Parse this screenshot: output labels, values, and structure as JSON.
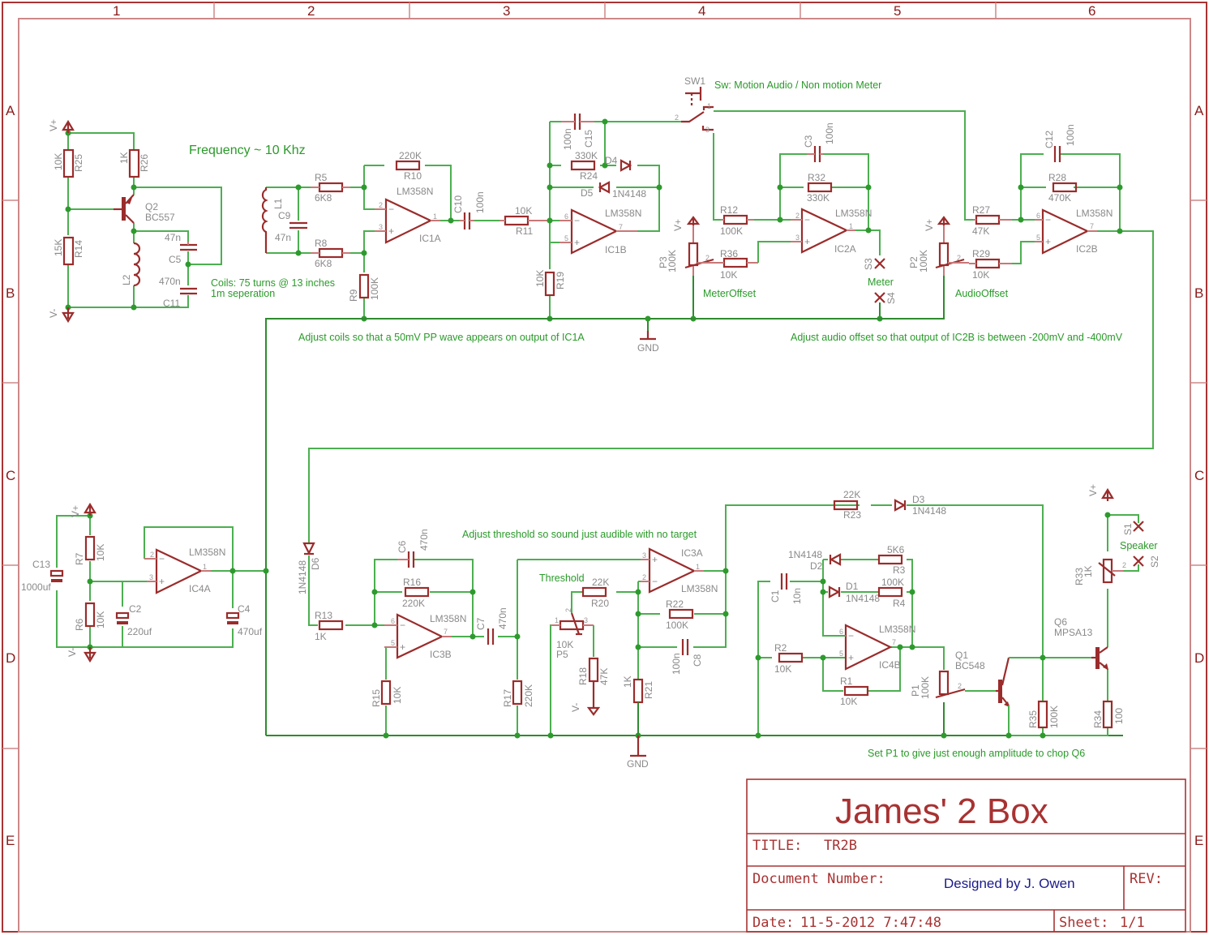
{
  "sheet": {
    "columns": [
      "1",
      "2",
      "3",
      "4",
      "5",
      "6"
    ],
    "rows": [
      "A",
      "B",
      "C",
      "D",
      "E"
    ]
  },
  "title_block": {
    "project": "James' 2 Box",
    "title_label": "TITLE:",
    "title_value": "TR2B",
    "document_number_label": "Document Number:",
    "designer": "Designed by J. Owen",
    "rev_label": "REV:",
    "date_label": "Date:",
    "date_value": "11-5-2012 7:47:48",
    "sheet_label": "Sheet:",
    "sheet_value": "1/1"
  },
  "notes": {
    "frequency": "Frequency ~ 10 Khz",
    "coils_1": "Coils: 75 turns @ 13 inches",
    "coils_2": "1m seperation",
    "adjust_coils": "Adjust coils so that a 50mV PP wave appears on output of IC1A",
    "switch": "Sw: Motion Audio / Non motion Meter",
    "adjust_audio": "Adjust audio offset so that output of IC2B is between -200mV and -400mV",
    "adjust_threshold": "Adjust threshold so sound just audible with no target",
    "set_p1": "Set P1 to give just enough amplitude to chop Q6",
    "meter_offset": "MeterOffset",
    "audio_offset": "AudioOffset",
    "meter": "Meter",
    "threshold": "Threshold",
    "speaker": "Speaker"
  },
  "power": {
    "vplus": "V+",
    "vminus": "V-",
    "gnd": "GND"
  },
  "parts": {
    "R25": {
      "name": "R25",
      "value": "10K"
    },
    "R26": {
      "name": "R26",
      "value": "1K"
    },
    "R14": {
      "name": "R14",
      "value": "15K"
    },
    "Q2": {
      "name": "Q2",
      "value": "BC557"
    },
    "L2": {
      "name": "L2"
    },
    "C5": {
      "name": "C5",
      "value": "47n"
    },
    "C11": {
      "name": "C11",
      "value": "470n"
    },
    "L1": {
      "name": "L1"
    },
    "C9": {
      "name": "C9",
      "value": "47n"
    },
    "R5": {
      "name": "R5",
      "value": "6K8"
    },
    "R8": {
      "name": "R8",
      "value": "6K8"
    },
    "R9": {
      "name": "R9",
      "value": "100K"
    },
    "R10": {
      "name": "R10",
      "value": "220K"
    },
    "IC1A": {
      "name": "IC1A",
      "value": "LM358N"
    },
    "C10": {
      "name": "C10",
      "value": "100n"
    },
    "R11": {
      "name": "R11",
      "value": "10K"
    },
    "C15": {
      "name": "C15",
      "value": "100n"
    },
    "R24": {
      "name": "R24",
      "value": "330K"
    },
    "D4": {
      "name": "D4"
    },
    "D5": {
      "name": "D5",
      "value": "1N4148"
    },
    "IC1B": {
      "name": "IC1B",
      "value": "LM358N"
    },
    "R19": {
      "name": "R19",
      "value": "10K"
    },
    "SW1": {
      "name": "SW1"
    },
    "P3": {
      "name": "P3",
      "value": "100K"
    },
    "R36": {
      "name": "R36",
      "value": "10K"
    },
    "R12": {
      "name": "R12",
      "value": "100K"
    },
    "C3": {
      "name": "C3",
      "value": "100n"
    },
    "R32": {
      "name": "R32",
      "value": "330K"
    },
    "IC2A": {
      "name": "IC2A",
      "value": "LM358N"
    },
    "S3": {
      "name": "S3"
    },
    "S4": {
      "name": "S4"
    },
    "P2": {
      "name": "P2",
      "value": "100K"
    },
    "R27": {
      "name": "R27",
      "value": "47K"
    },
    "R29": {
      "name": "R29",
      "value": "10K"
    },
    "C12": {
      "name": "C12",
      "value": "100n"
    },
    "R28": {
      "name": "R28",
      "value": "470K"
    },
    "IC2B": {
      "name": "IC2B",
      "value": "LM358N"
    },
    "C13": {
      "name": "C13",
      "value": "1000uf"
    },
    "R7": {
      "name": "R7",
      "value": "10K"
    },
    "R6": {
      "name": "R6",
      "value": "10K"
    },
    "C2": {
      "name": "C2",
      "value": "220uf"
    },
    "IC4A": {
      "name": "IC4A",
      "value": "LM358N"
    },
    "C4": {
      "name": "C4",
      "value": "470uf"
    },
    "D6": {
      "name": "D6",
      "value": "1N4148"
    },
    "R13": {
      "name": "R13",
      "value": "1K"
    },
    "C6": {
      "name": "C6",
      "value": "470n"
    },
    "R16": {
      "name": "R16",
      "value": "220K"
    },
    "IC3B": {
      "name": "IC3B",
      "value": "LM358N"
    },
    "R15": {
      "name": "R15",
      "value": "10K"
    },
    "C7": {
      "name": "C7",
      "value": "470n"
    },
    "R17": {
      "name": "R17",
      "value": "220K"
    },
    "P5": {
      "name": "P5",
      "value": "10K"
    },
    "R20": {
      "name": "R20",
      "value": "22K"
    },
    "R18": {
      "name": "R18",
      "value": "47K"
    },
    "IC3A": {
      "name": "IC3A",
      "value": "LM358N"
    },
    "R22": {
      "name": "R22",
      "value": "100K"
    },
    "C8": {
      "name": "C8",
      "value": "100n"
    },
    "R21": {
      "name": "R21",
      "value": "1K"
    },
    "R23": {
      "name": "R23",
      "value": "22K"
    },
    "D3": {
      "name": "D3",
      "value": "1N4148"
    },
    "C1": {
      "name": "C1",
      "value": "10n"
    },
    "D2": {
      "name": "D2",
      "value": "1N4148"
    },
    "R3": {
      "name": "R3",
      "value": "5K6"
    },
    "D1": {
      "name": "D1",
      "value": "1N4148"
    },
    "R4": {
      "name": "R4",
      "value": "100K"
    },
    "IC4B": {
      "name": "IC4B",
      "value": "LM358N"
    },
    "R2": {
      "name": "R2",
      "value": "10K"
    },
    "R1": {
      "name": "R1",
      "value": "10K"
    },
    "P1": {
      "name": "P1",
      "value": "100K"
    },
    "Q1": {
      "name": "Q1",
      "value": "BC548"
    },
    "R35": {
      "name": "R35",
      "value": "100K"
    },
    "Q6": {
      "name": "Q6",
      "value": "MPSA13"
    },
    "R34": {
      "name": "R34",
      "value": "100"
    },
    "R33": {
      "name": "R33",
      "value": "1K"
    },
    "S1": {
      "name": "S1"
    },
    "S2": {
      "name": "S2"
    }
  },
  "pins": {
    "p1": "1",
    "p2": "2",
    "p3": "3",
    "p5": "5",
    "p6": "6",
    "p7": "7",
    "minus": "−",
    "plus": "+"
  }
}
